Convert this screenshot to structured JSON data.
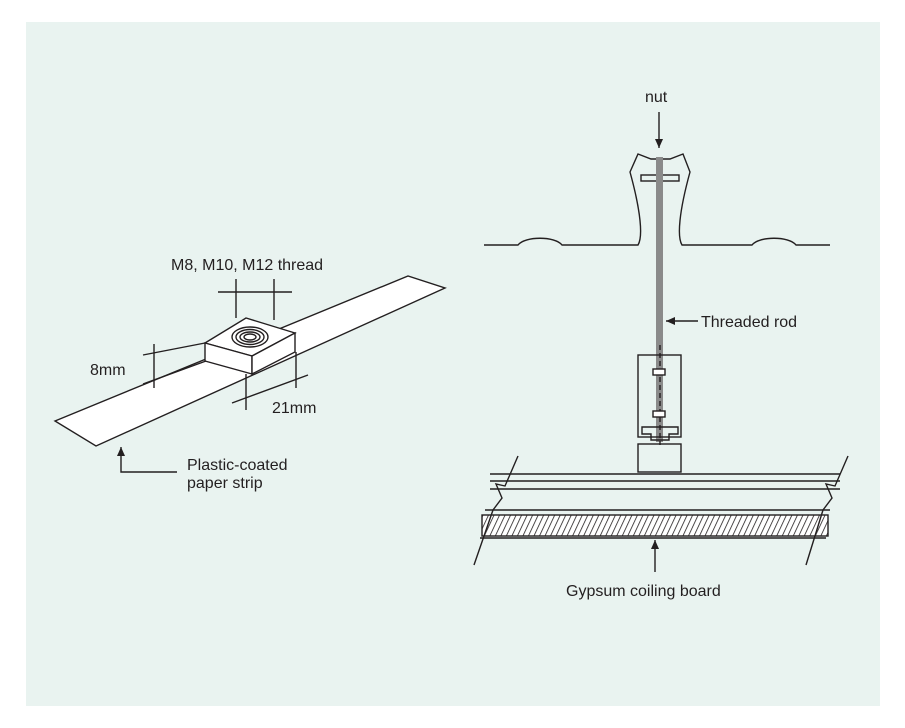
{
  "left": {
    "thread_label": "M8, M10, M12 thread",
    "height_label": "8mm",
    "width_label": "21mm",
    "strip_label_line1": "Plastic-coated",
    "strip_label_line2": "paper strip"
  },
  "right": {
    "nut_label": "nut",
    "rod_label": "Threaded rod",
    "board_label": "Gypsum coiling board"
  },
  "colors": {
    "background": "#e9f3f0",
    "line": "#231f20",
    "rod": "#8a8a8a"
  }
}
